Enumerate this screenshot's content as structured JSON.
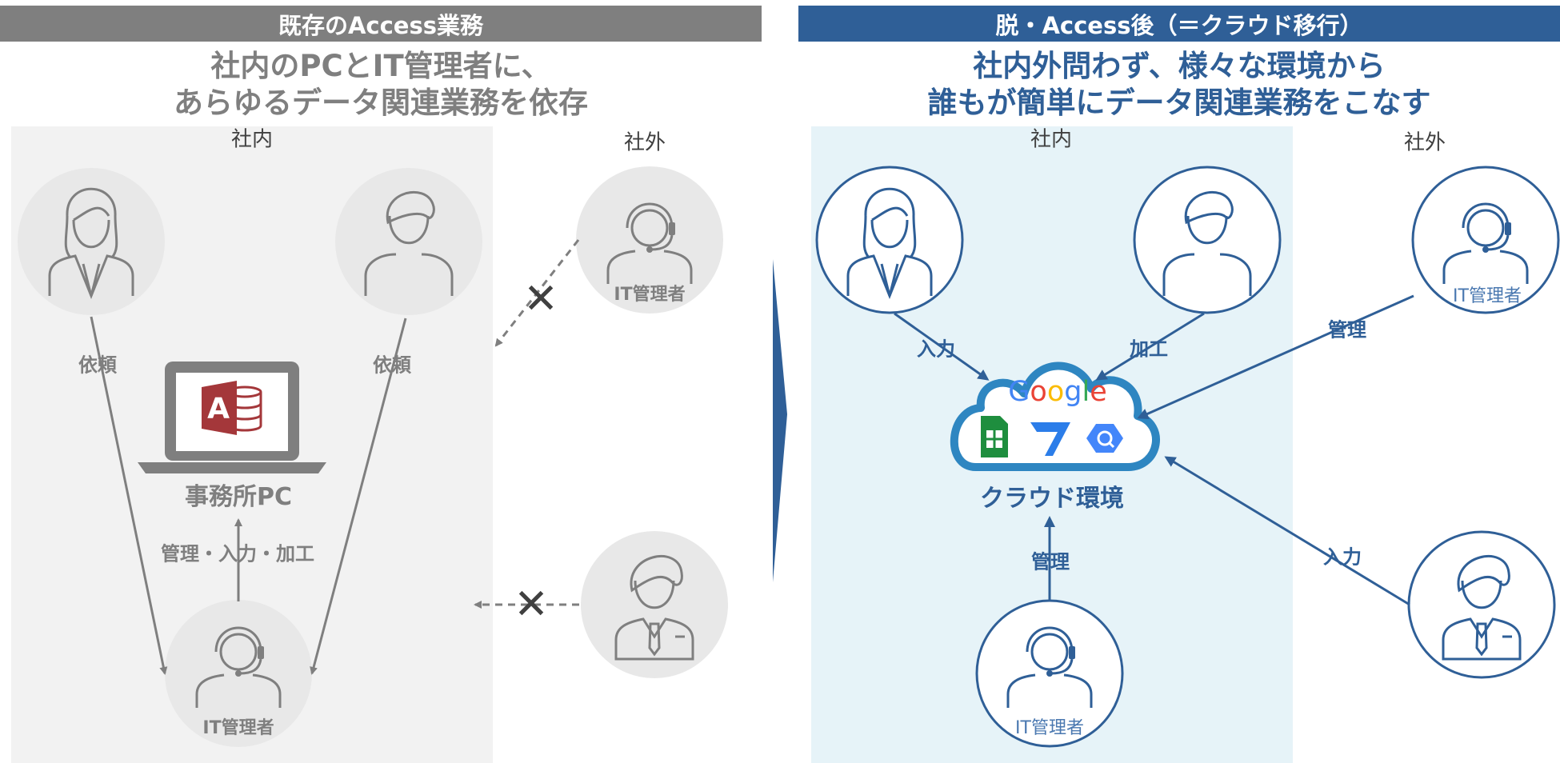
{
  "left": {
    "banner": "既存のAccess業務",
    "heading_line1": "社内のPCとIT管理者に、",
    "heading_line2": "あらゆるデータ関連業務を依存",
    "zone_in": "社内",
    "zone_out": "社外",
    "pc_label": "事務所PC",
    "flow_request": "依頼",
    "flow_ops": "管理・入力・加工",
    "it_admin": "IT管理者",
    "blocked_mark": "✕"
  },
  "right": {
    "banner": "脱・Access後（＝クラウド移行）",
    "heading_line1": "社内外問わず、様々な環境から",
    "heading_line2": "誰もが簡単にデータ関連業務をこなす",
    "zone_in": "社内",
    "zone_out": "社外",
    "cloud_label": "クラウド環境",
    "google_logo": {
      "G": "G",
      "o1": "o",
      "o2": "o",
      "g": "g",
      "l": "l",
      "e": "e"
    },
    "flow_input": "入力",
    "flow_process": "加工",
    "flow_manage": "管理",
    "it_admin": "IT管理者"
  },
  "access_letter": "A",
  "colors": {
    "gray": "#7f7f7f",
    "blue": "#2f5f97",
    "access_red": "#a4373a",
    "sheets_green": "#1e8e3e",
    "bq_blue": "#4386fa"
  },
  "icons": [
    "person-female-icon",
    "person-male-icon",
    "headset-operator-icon",
    "businessman-icon",
    "laptop-icon",
    "access-logo-icon",
    "google-sheets-icon",
    "appsheet-icon",
    "bigquery-icon",
    "cloud-icon",
    "blocked-x-icon"
  ]
}
